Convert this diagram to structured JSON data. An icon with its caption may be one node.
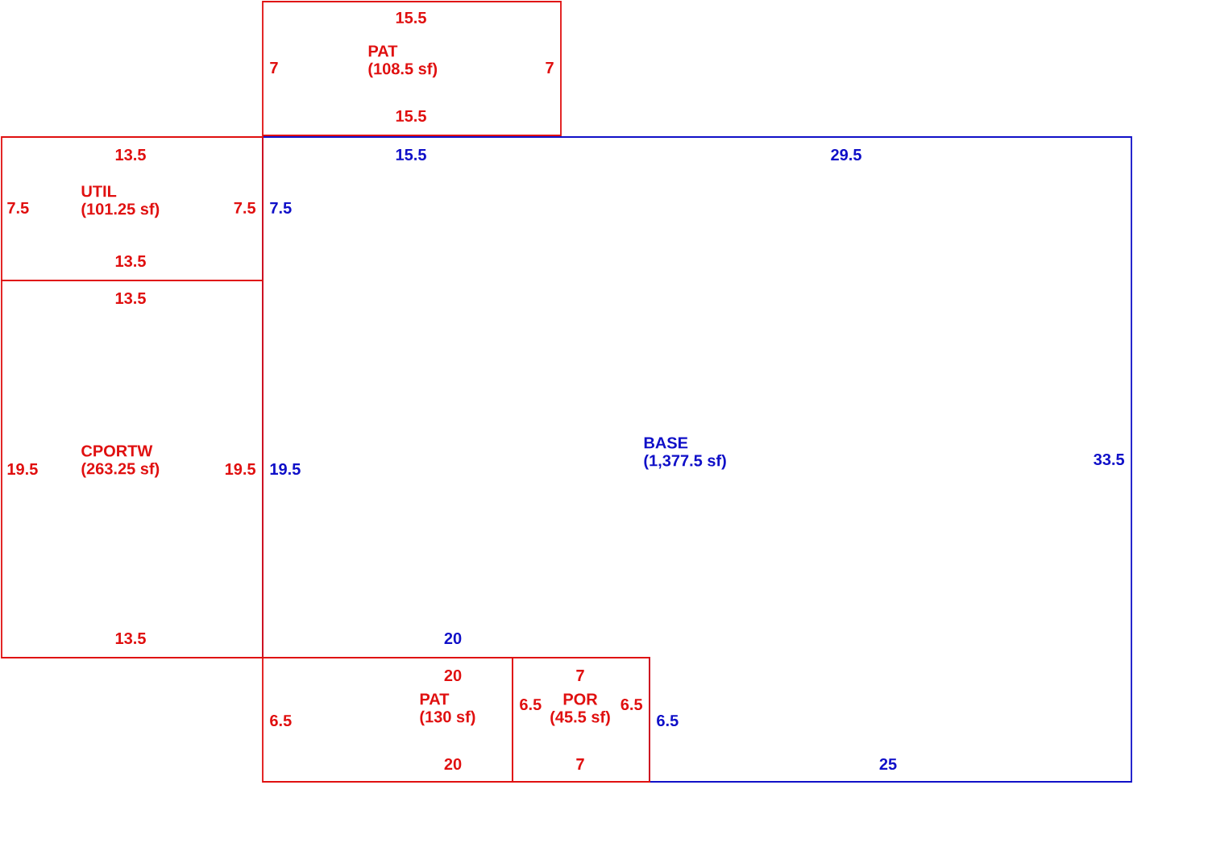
{
  "diagram": {
    "nodes": [
      {
        "text": [
          "PAT",
          "(108.5 sf)"
        ]
      },
      {
        "text": [
          "UTIL",
          "(101.25 sf)"
        ]
      },
      {
        "text": [
          "BASE",
          "(1,377.5 sf)"
        ]
      },
      {
        "text": [
          "CPORTW",
          "(263.25 sf)"
        ]
      },
      {
        "text": [
          "PAT",
          "(130 sf)"
        ]
      },
      {
        "text": [
          "POR",
          "(45.5 sf)"
        ]
      }
    ],
    "labels": [
      "15.5",
      "7",
      "7",
      "15.5",
      "13.5",
      "15.5",
      "29.5",
      "7.5",
      "7.5",
      "7.5",
      "13.5",
      "13.5",
      "33.5",
      "19.5",
      "19.5",
      "19.5",
      "13.5",
      "20",
      "20",
      "7",
      "6.5",
      "6.5",
      "6.5",
      "6.5",
      "20",
      "7",
      "25"
    ]
  }
}
